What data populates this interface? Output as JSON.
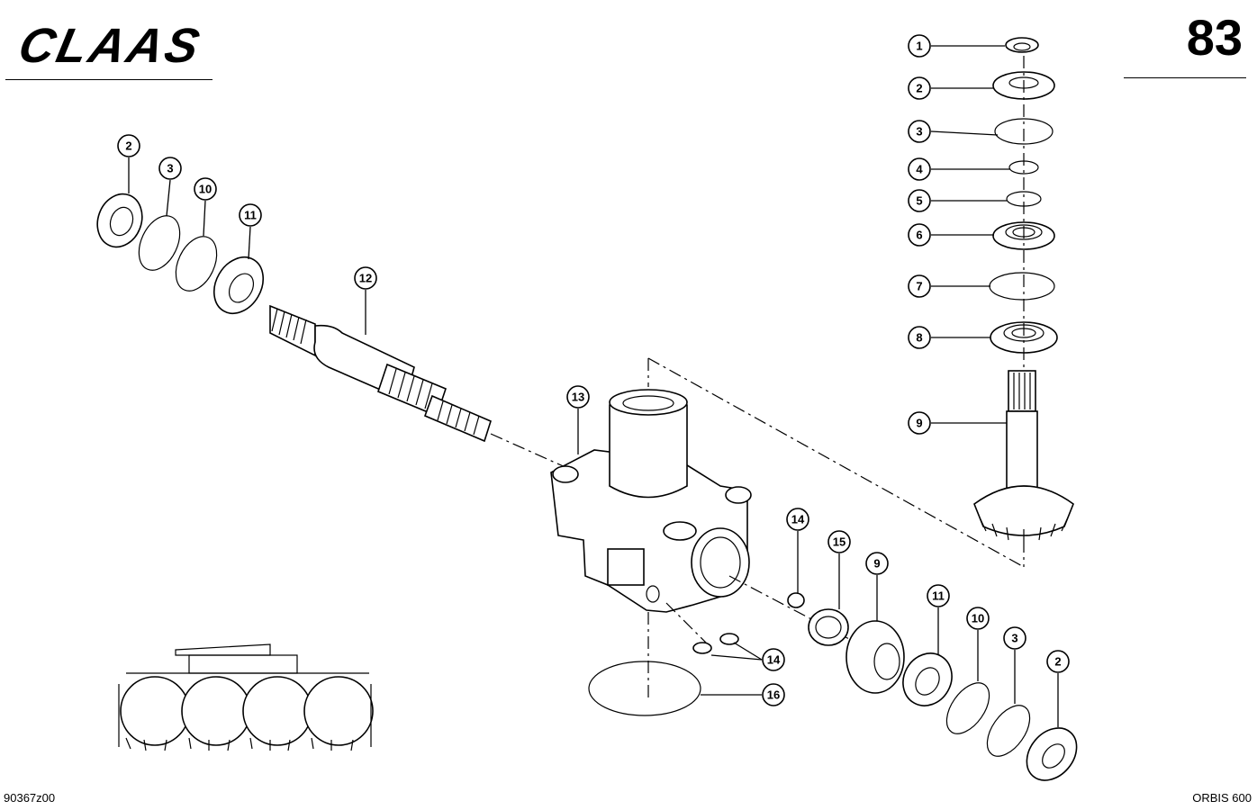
{
  "header": {
    "brand": "CLAAS",
    "page_number": "83"
  },
  "footer": {
    "drawing_code": "90367z00",
    "model": "ORBIS 600"
  },
  "callouts": [
    {
      "label": "1"
    },
    {
      "label": "2"
    },
    {
      "label": "3"
    },
    {
      "label": "4"
    },
    {
      "label": "5"
    },
    {
      "label": "6"
    },
    {
      "label": "7"
    },
    {
      "label": "8"
    },
    {
      "label": "9"
    },
    {
      "label": "2"
    },
    {
      "label": "3"
    },
    {
      "label": "10"
    },
    {
      "label": "11"
    },
    {
      "label": "12"
    },
    {
      "label": "13"
    },
    {
      "label": "14"
    },
    {
      "label": "15"
    },
    {
      "label": "9"
    },
    {
      "label": "11"
    },
    {
      "label": "10"
    },
    {
      "label": "3"
    },
    {
      "label": "2"
    },
    {
      "label": "14"
    },
    {
      "label": "16"
    }
  ]
}
